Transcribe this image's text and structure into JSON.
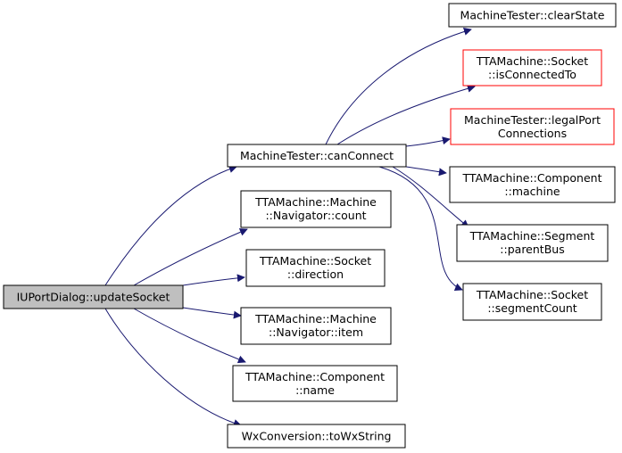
{
  "colors": {
    "edge": "#191970",
    "node_border": "#000000",
    "node_border_incomplete": "#ff0000",
    "root_fill": "#bfbfbf",
    "node_fill": "#ffffff"
  },
  "nodes": {
    "root": {
      "lines": [
        "IUPortDialog::updateSocket"
      ]
    },
    "can_connect": {
      "lines": [
        "MachineTester::canConnect"
      ]
    },
    "nav_count": {
      "lines": [
        "TTAMachine::Machine",
        "::Navigator::count"
      ]
    },
    "socket_direction": {
      "lines": [
        "TTAMachine::Socket",
        "::direction"
      ]
    },
    "nav_item": {
      "lines": [
        "TTAMachine::Machine",
        "::Navigator::item"
      ]
    },
    "component_name": {
      "lines": [
        "TTAMachine::Component",
        "::name"
      ]
    },
    "to_wx_string": {
      "lines": [
        "WxConversion::toWxString"
      ]
    },
    "clear_state": {
      "lines": [
        "MachineTester::clearState"
      ]
    },
    "is_connected_to": {
      "lines": [
        "TTAMachine::Socket",
        "::isConnectedTo"
      ]
    },
    "legal_port_connections": {
      "lines": [
        "MachineTester::legalPort",
        "Connections"
      ]
    },
    "component_machine": {
      "lines": [
        "TTAMachine::Component",
        "::machine"
      ]
    },
    "segment_parent_bus": {
      "lines": [
        "TTAMachine::Segment",
        "::parentBus"
      ]
    },
    "socket_segment_count": {
      "lines": [
        "TTAMachine::Socket",
        "::segmentCount"
      ]
    }
  }
}
